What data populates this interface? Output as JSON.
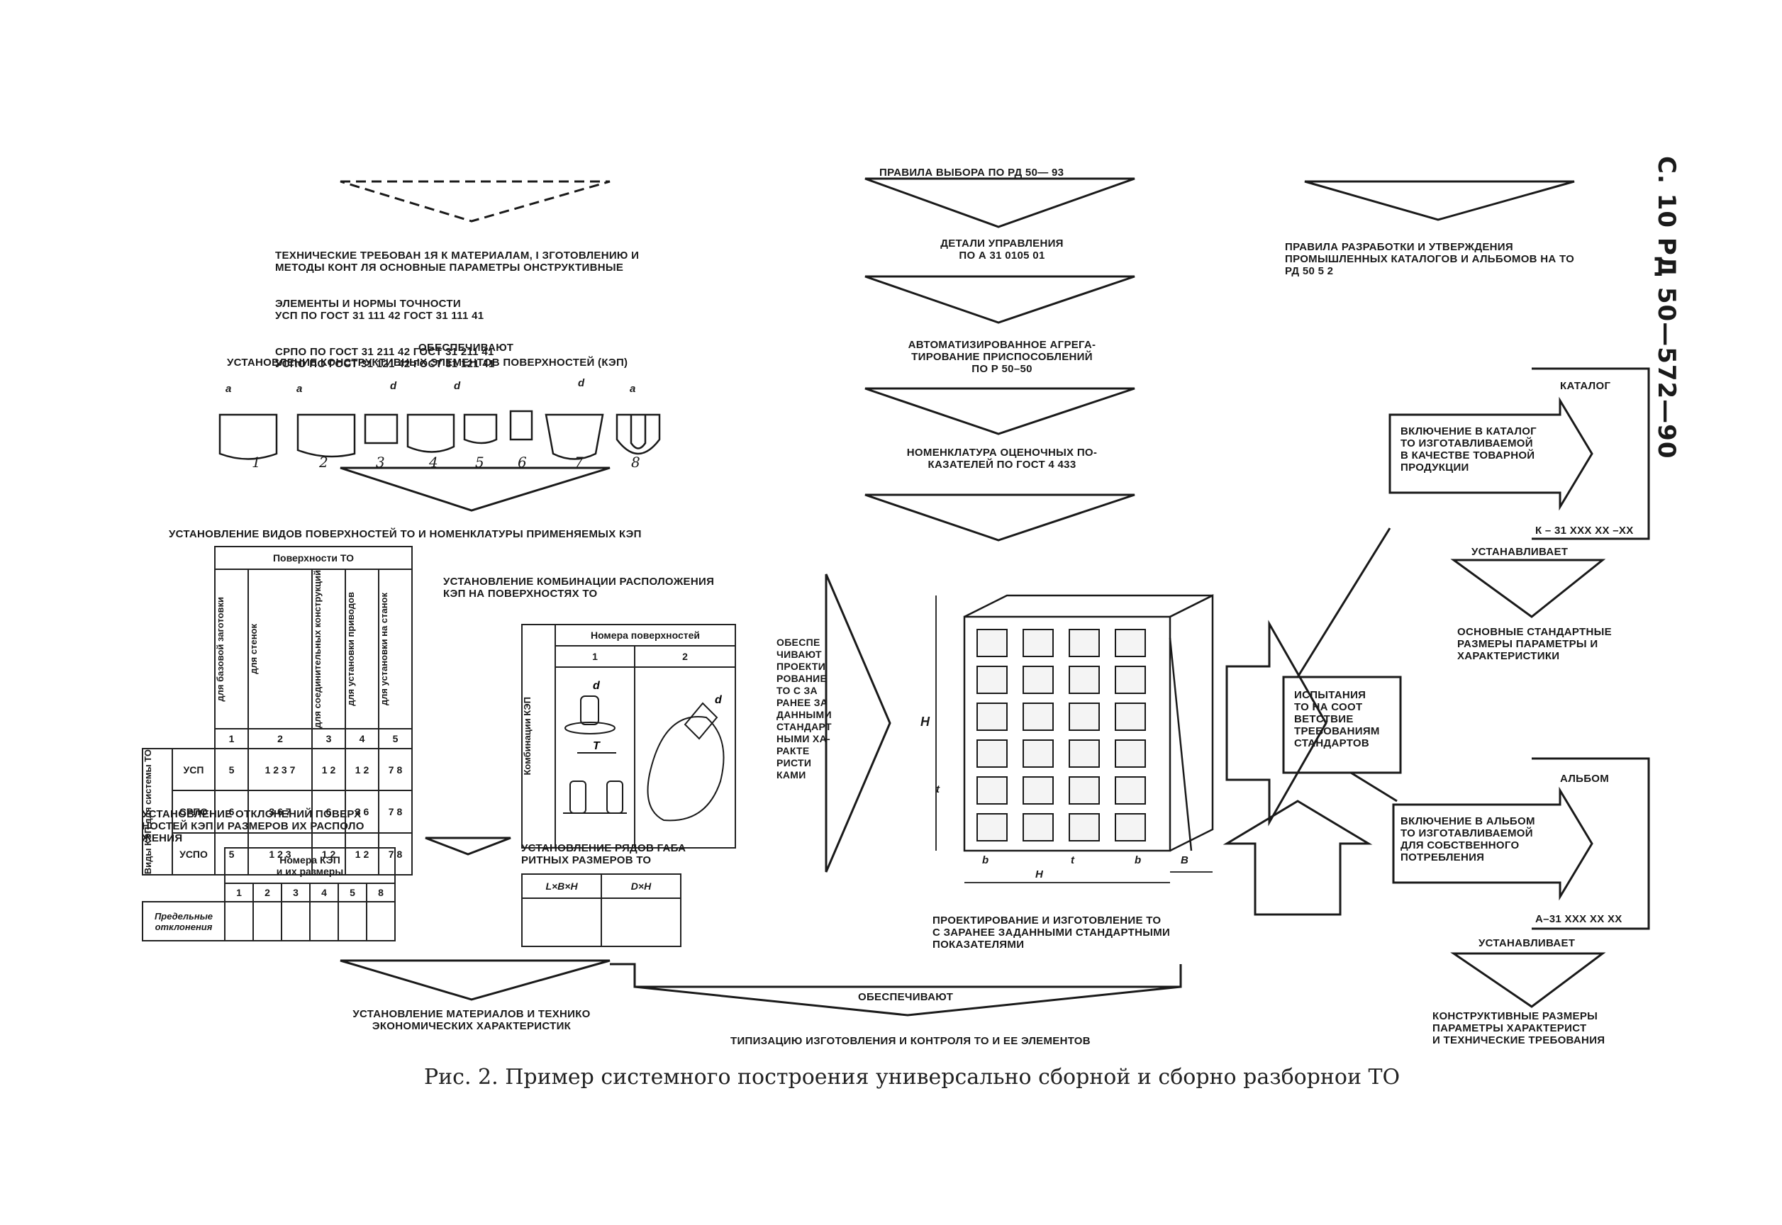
{
  "side_code": "С. 10 РД 50—572—90",
  "caption": "Рис. 2. Пример системного построения универсально сборной и сборно разборнои ТО",
  "left": {
    "tech_req": [
      "ТЕХНИЧЕСКИЕ ТРЕБОВАН 1Я К МАТЕРИАЛАМ, I ЗГОТОВЛЕНИЮ И",
      "МЕТОДЫ КОНТ ЛЯ ОСНОВНЫЕ ПАРАМЕТРЫ ОНСТРУКТИВНЫЕ",
      "ЭЛЕМЕНТЫ И НОРМЫ ТОЧНОСТИ",
      "УСП ПО ГОСТ 31 111 42 ГОСТ 31 111 41",
      "СРПО ПО ГОСТ 31 211 42 ГОСТ 31 211 41",
      "УСПО ПО ГОСТ 31 121 42 ГОСТ 31 121 41"
    ],
    "provide": "ОБЕСПЕЧИВАЮТ",
    "kep_title": "УСТАНОВЛЕНИЕ КОНСТРУКТИВНЫХ ЭЛЕМЕНТОВ ПОВЕРХНОСТЕЙ (КЭП)",
    "kep_numbers": [
      "1",
      "2",
      "3",
      "4",
      "5",
      "6",
      "7",
      "8"
    ],
    "kep_dim_a": "a",
    "kep_dim_d": "d",
    "surfaces_title": "УСТАНОВЛЕНИЕ ВИДОВ ПОВЕРХНОСТЕЙ ТО И НОМЕНКЛАТУРЫ ПРИМЕНЯЕМЫХ КЭП",
    "surf_table": {
      "header": "Поверхности ТО",
      "cols": [
        "для базовой заготовки",
        "для стенок",
        "для соединительных конструкций",
        "для установки приводов",
        "для установки на станок"
      ],
      "col_nums": [
        "1",
        "2",
        "3",
        "4",
        "5"
      ],
      "row_group": "Виды КЭП для системы ТО",
      "rows": [
        {
          "name": "УСП",
          "vals": [
            "5",
            "1 2 3 7",
            "1 2",
            "1 2",
            "7 8"
          ]
        },
        {
          "name": "СРПО",
          "vals": [
            "6",
            "3 6 7",
            "6",
            "3 6",
            "7 8"
          ]
        },
        {
          "name": "УСПО",
          "vals": [
            "5",
            "1 2 3",
            "1 2",
            "1 2",
            "7 8"
          ]
        }
      ]
    },
    "combo_title": "УСТАНОВЛЕНИЕ КОМБИНАЦИИ РАСПОЛОЖЕНИЯ\nКЭП НА ПОВЕРХНОСТЯХ ТО",
    "combo_table": {
      "header": "Номера поверхностей",
      "cols": [
        "1",
        "2"
      ],
      "row": "Комбинации КЭП",
      "dim_d": "d",
      "dim_T": "T"
    },
    "deviation_title": "УСТАНОВЛЕНИЕ ОТКЛОНЕНИЙ ПОВЕРХ\nНОСТЕЙ КЭП И РАЗМЕРОВ ИХ РАСПОЛО\nЖЕНИЯ",
    "dev_table": {
      "header": "Номера КЭП\nи их размеры",
      "cols": [
        "1",
        "2",
        "3",
        "4",
        "5",
        "8"
      ],
      "row": "Предельные\nотклонения"
    },
    "rows_title": "УСТАНОВЛЕНИЕ РЯДОВ ГАБА\nРИТНЫХ РАЗМЕРОВ ТО",
    "rows_table": [
      "L×B×H",
      "D×H"
    ],
    "materials": "УСТАНОВЛЕНИЕ МАТЕРИАЛОВ И ТЕХНИКО\nЭКОНОМИЧЕСКИХ ХАРАКТЕРИСТИК"
  },
  "center": {
    "rules": "ПРАВИЛА ВЫБОРА ПО РД 50— 93",
    "details": "ДЕТАЛИ УПРАВЛЕНИЯ\nПО А 31 0105 01",
    "auto": "АВТОМАТИЗИРОВАННОЕ АГРЕГА-\nТИРОВАНИЕ ПРИСПОСОБЛЕНИЙ\nПО Р 50–50",
    "nomen": "НОМЕНКЛАТУРА ОЦЕНОЧНЫХ ПО-\nКАЗАТЕЛЕЙ ПО ГОСТ 4 433",
    "provide_design": "ОБЕСПЕ\nЧИВАЮТ\nПРОЕКТИ\nРОВАНИЕ\nТО С ЗА\nРАНЕЕ ЗА\nДАННЫМИ\nСТАНДАРТ\nНЫМИ ХА-\nРАКТЕ\nРИСТИ\nКАМИ",
    "design": "ПРОЕКТИРОВАНИЕ И ИЗГОТОВЛЕНИЕ ТО\nС ЗАРАНЕЕ ЗАДАННЫМИ СТАНДАРТНЫМИ\nПОКАЗАТЕЛЯМИ",
    "provide_bottom": "ОБЕСПЕЧИВАЮТ",
    "typing": "ТИПИЗАЦИЮ ИЗГОТОВЛЕНИЯ И КОНТРОЛЯ ТО И ЕЕ ЭЛЕМЕНТОВ",
    "dims": {
      "H": "H",
      "t": "t",
      "b": "b",
      "B": "B"
    }
  },
  "right": {
    "rules": "ПРАВИЛА РАЗРАБОТКИ И УТВЕРЖДЕНИЯ\nПРОМЫШЛЕННЫХ КАТАЛОГОВ И АЛЬБОМОВ НА ТО\nРД 50 5 2",
    "testing": "ИСПЫТАНИЯ\nТО НА СООТ\nВЕТСТВИЕ\nТРЕБОВАНИЯМ\nСТАНДАРТОВ",
    "catalog_label": "КАТАЛОГ",
    "catalog_inc": "ВКЛЮЧЕНИЕ В КАТАЛОГ\nТО ИЗГОТАВЛИВАЕМОЙ\nВ КАЧЕСТВЕ ТОВАРНОЙ\nПРОДУКЦИИ",
    "catalog_code": "К – 31 XXX XX –XX",
    "establish1": "УСТАНАВЛИВАЕТ",
    "basic": "ОСНОВНЫЕ СТАНДАРТНЫЕ\nРАЗМЕРЫ ПАРАМЕТРЫ И\nХАРАКТЕРИСТИКИ",
    "album_label": "АЛЬБОМ",
    "album_inc": "ВКЛЮЧЕНИЕ В АЛЬБОМ\nТО ИЗГОТАВЛИВАЕМОЙ\nДЛЯ СОБСТВЕННОГО\nПОТРЕБЛЕНИЯ",
    "album_code": "А–31 XXX XX XX",
    "establish2": "УСТАНАВЛИВАЕТ",
    "constr": "КОНСТРУКТИВНЫЕ РАЗМЕРЫ\nПАРАМЕТРЫ ХАРАКТЕРИСТ\nИ ТЕХНИЧЕСКИЕ ТРЕБОВАНИЯ"
  }
}
